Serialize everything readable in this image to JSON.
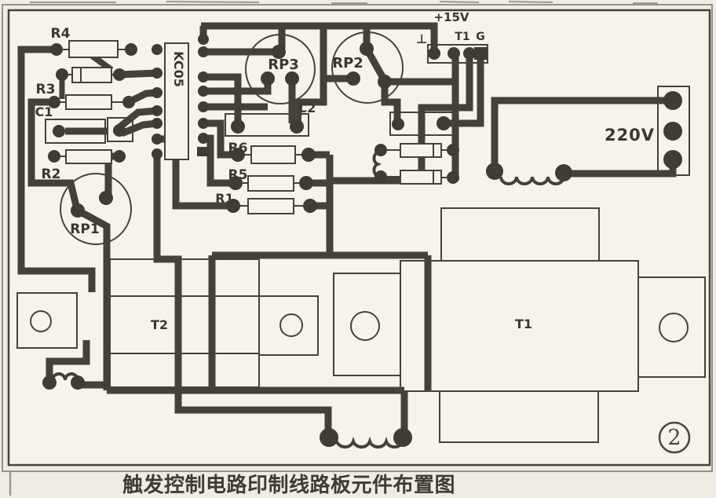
{
  "figure": {
    "type": "pcb-component-layout-diagram",
    "caption": "触发控制电路印制线路板元件布置图",
    "figure_number": "2"
  },
  "labels": {
    "r4": "R4",
    "r3": "R3",
    "c1": "C1",
    "r2": "R2",
    "rp1": "RP1",
    "ic": "KC05",
    "rp3": "RP3",
    "rp2": "RP2",
    "c2": "C2",
    "r6": "R6",
    "r5": "R5",
    "r1": "R1",
    "plus15v": "+15V",
    "ground": "⊥",
    "t1_terminal": "T1",
    "gate_terminal": "G",
    "mains": "220V",
    "t2": "T2",
    "t1": "T1"
  },
  "colors": {
    "ink": "#3a3631",
    "trace": "#45403a",
    "paper": "#f4f1ea",
    "board_edge": "#46413b"
  }
}
